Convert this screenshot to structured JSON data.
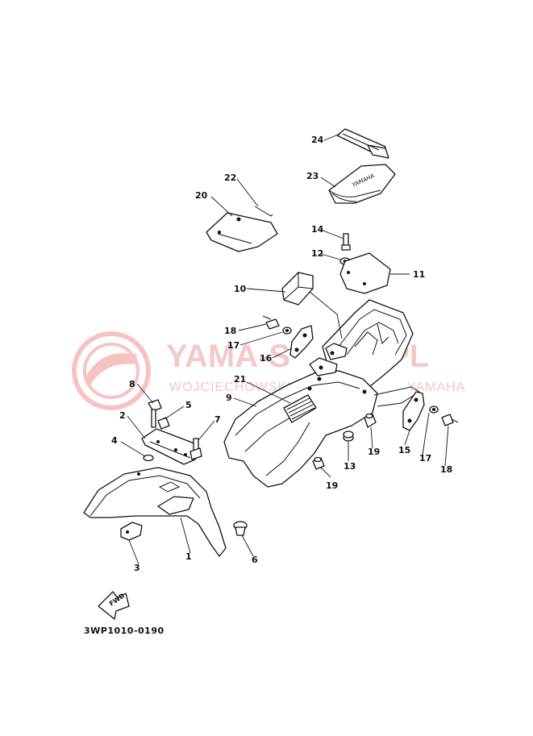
{
  "diagram": {
    "code": "3WP1010-0190",
    "direction_label": "FWD",
    "watermark": {
      "brand": "YAMA-S",
      "domain": ".PL",
      "owner": "WOJCIECHOWSKI",
      "tag": "YAMAHA"
    },
    "callouts": [
      "1",
      "2",
      "3",
      "4",
      "5",
      "6",
      "7",
      "8",
      "9",
      "10",
      "11",
      "12",
      "13",
      "14",
      "15",
      "16",
      "17",
      "17",
      "18",
      "18",
      "19",
      "19",
      "20",
      "21",
      "22",
      "23",
      "24"
    ]
  }
}
